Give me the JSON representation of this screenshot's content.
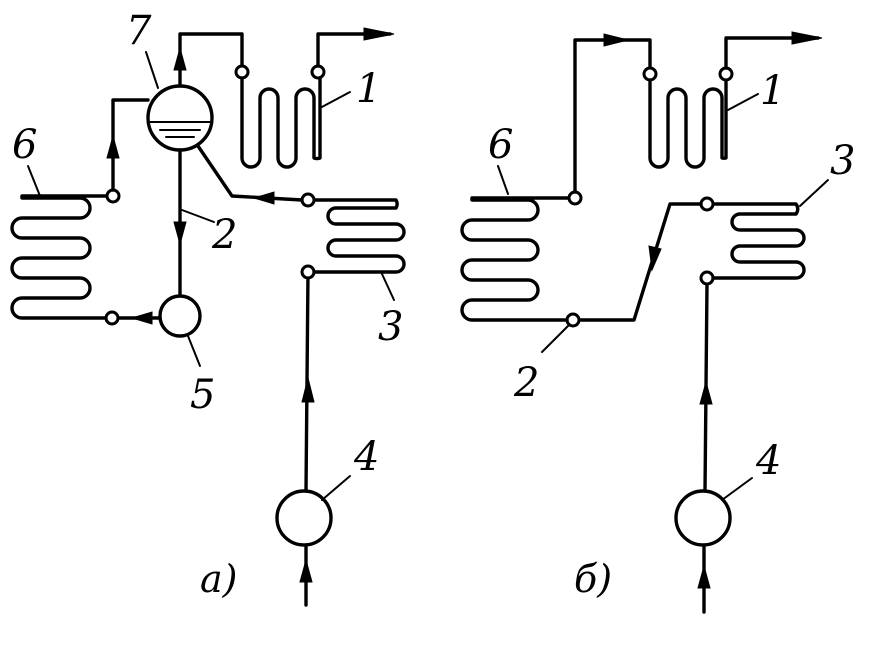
{
  "diagram_a": {
    "caption": "а)",
    "labels": {
      "l1": "1",
      "l2": "2",
      "l3": "3",
      "l4": "4",
      "l5": "5",
      "l6": "6",
      "l7": "7"
    }
  },
  "diagram_b": {
    "caption": "б)",
    "labels": {
      "l1": "1",
      "l2": "2",
      "l3": "3",
      "l4": "4",
      "l6": "6"
    }
  }
}
